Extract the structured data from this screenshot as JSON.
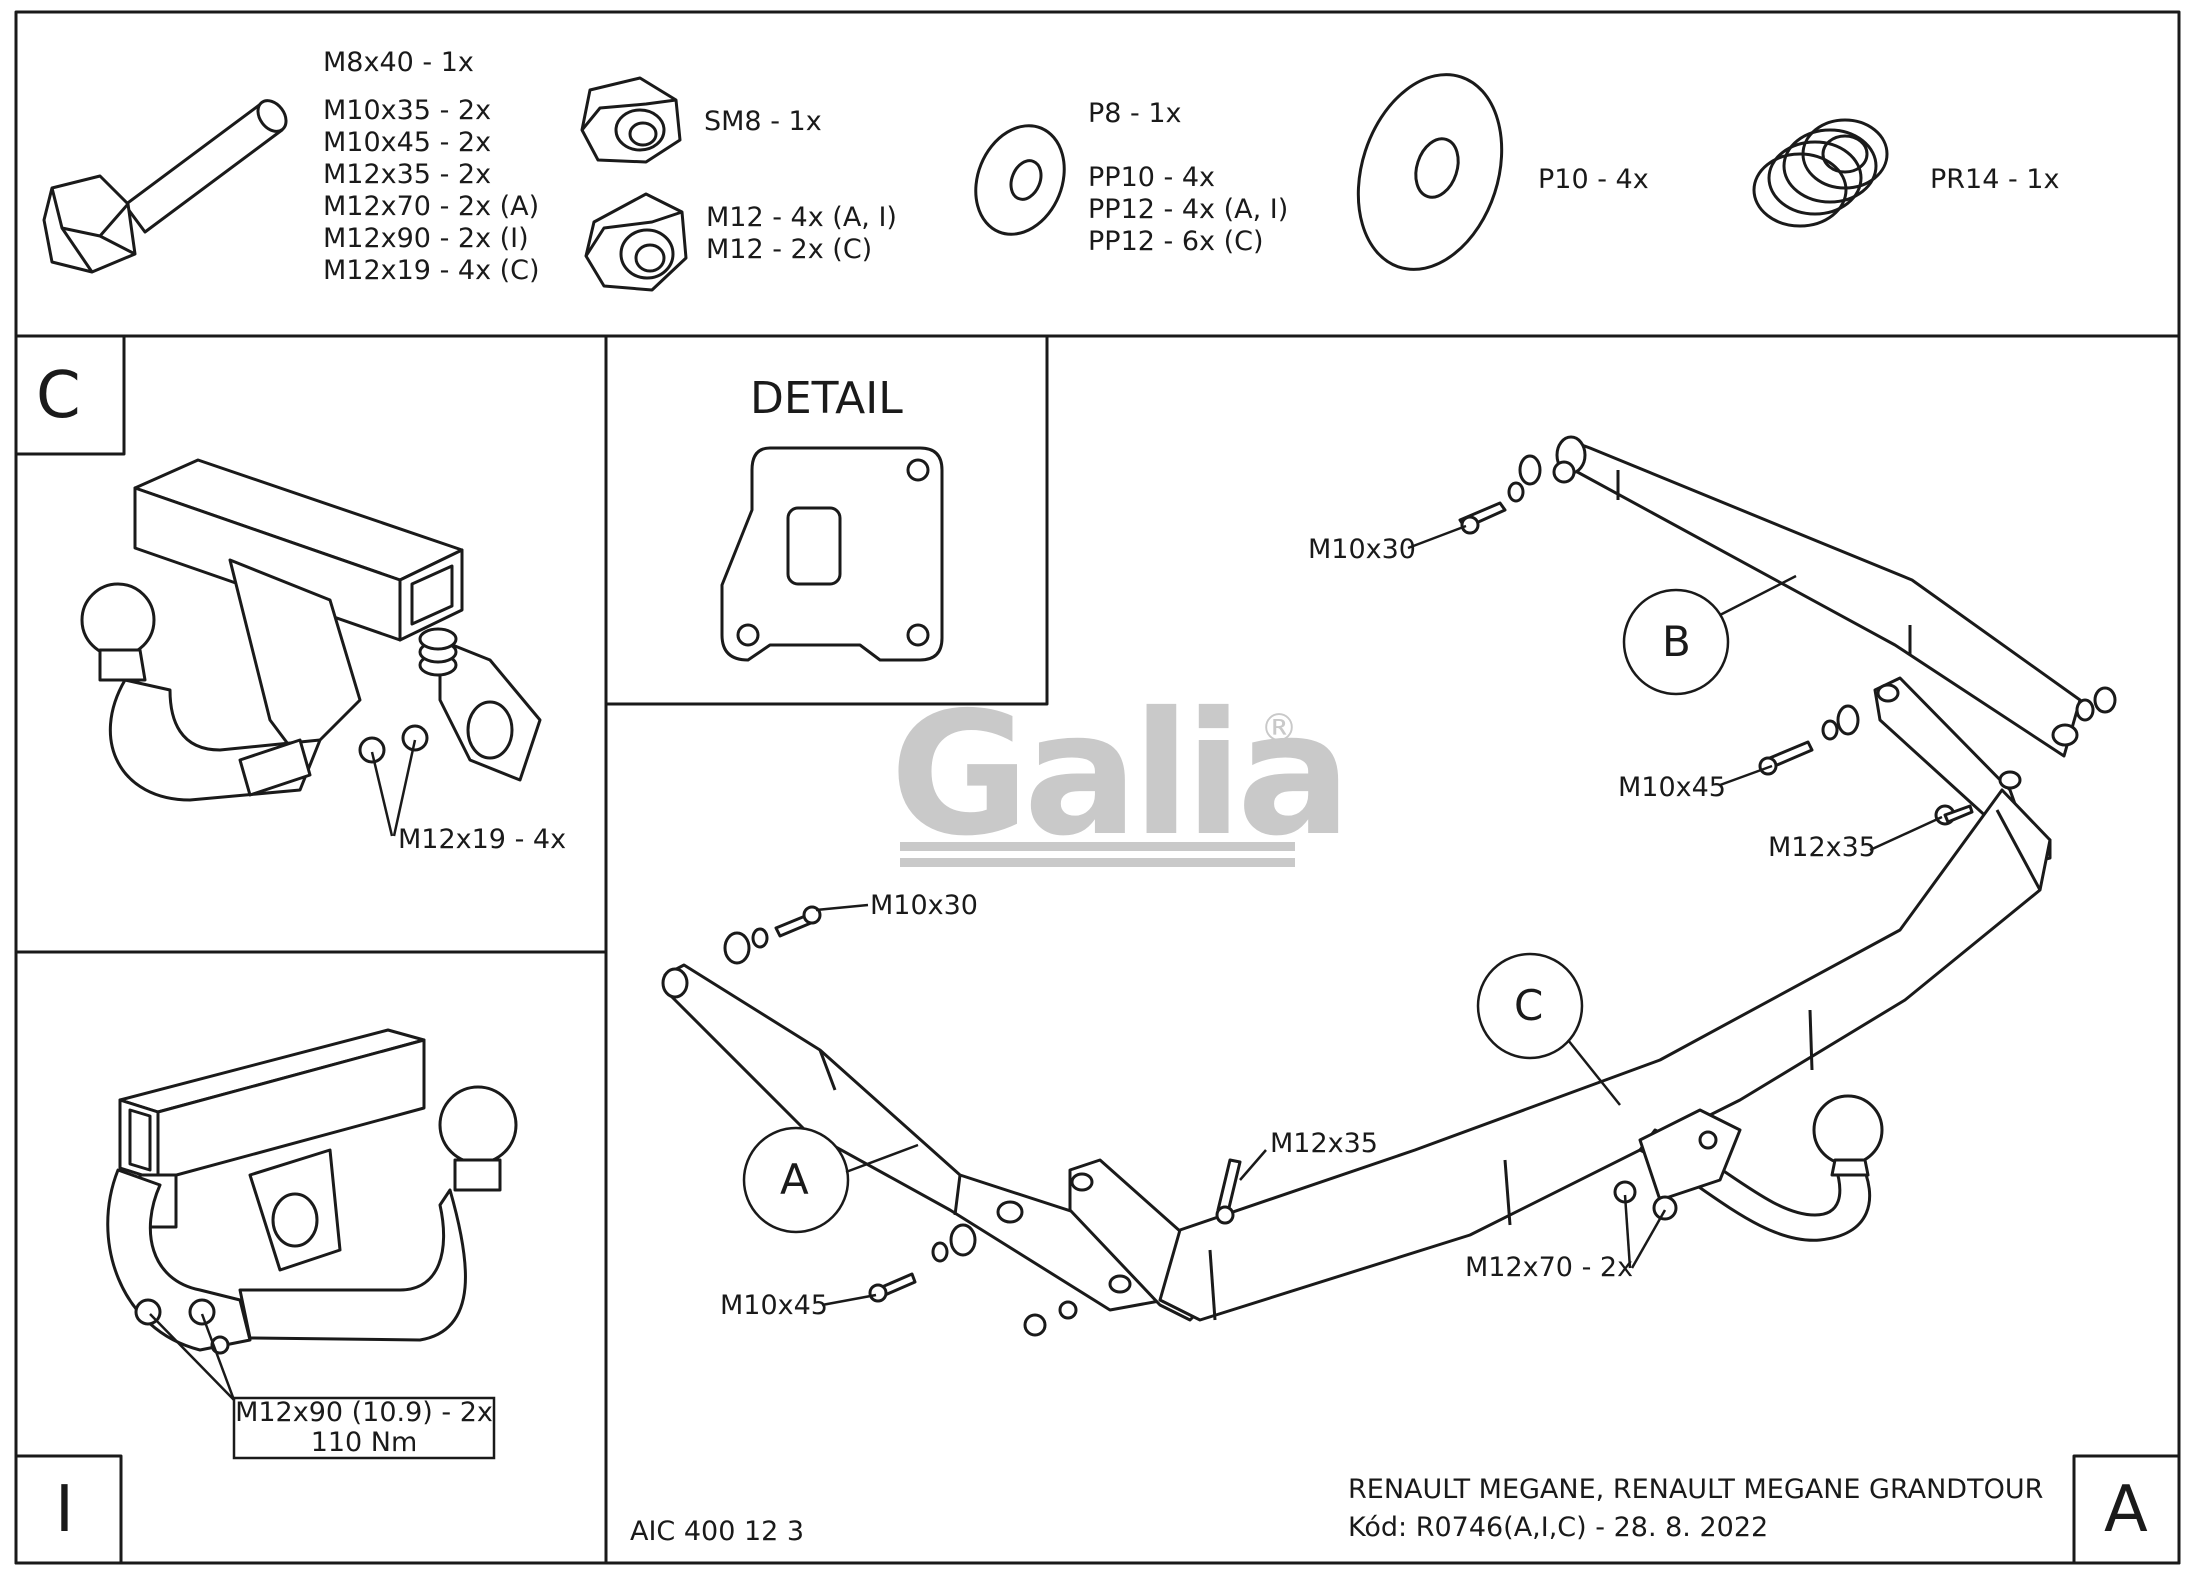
{
  "parts": {
    "bolts": [
      "M8x40 - 1x",
      "",
      "M10x35 - 2x",
      "M10x45 - 2x",
      "M12x35 - 2x",
      "M12x70 - 2x (A)",
      "M12x90 - 2x (I)",
      "M12x19 - 4x (C)"
    ],
    "nut_sm8": "SM8 - 1x",
    "nuts_m12": [
      "M12 - 4x (A, I)",
      "M12 - 2x (C)"
    ],
    "washers_p8": [
      "P8 - 1x",
      "",
      "PP10 - 4x",
      "PP12 - 4x (A, I)",
      "PP12 - 6x (C)"
    ],
    "washer_p10": "P10 - 4x",
    "spring_pr14": "PR14 - 1x"
  },
  "panel_c": {
    "letter": "C",
    "label": "M12x19 - 4x"
  },
  "panel_i": {
    "letter": "I",
    "label_line1": "M12x90 (10.9) - 2x",
    "label_line2": "110 Nm"
  },
  "detail": {
    "title": "DETAIL"
  },
  "main": {
    "letter": "A",
    "callout_b": "B",
    "callout_c": "C",
    "callout_a": "A",
    "labels": {
      "m10x30_top": "M10x30",
      "m10x45_right": "M10x45",
      "m12x35_right": "M12x35",
      "m10x30_left": "M10x30",
      "m12x35_center": "M12x35",
      "m10x45_left": "M10x45",
      "m12x70": "M12x70 - 2x"
    },
    "logo": "Galia",
    "logo_mark": "®"
  },
  "footer": {
    "part_code": "AIC 400 12 3",
    "vehicle": "RENAULT MEGANE, RENAULT MEGANE GRANDTOUR",
    "code_line": "Kód: R0746(A,I,C) - 28. 8. 2022"
  },
  "colors": {
    "line": "#1a1a1a",
    "logo_gray": "#c9c9c9",
    "background": "#ffffff"
  }
}
